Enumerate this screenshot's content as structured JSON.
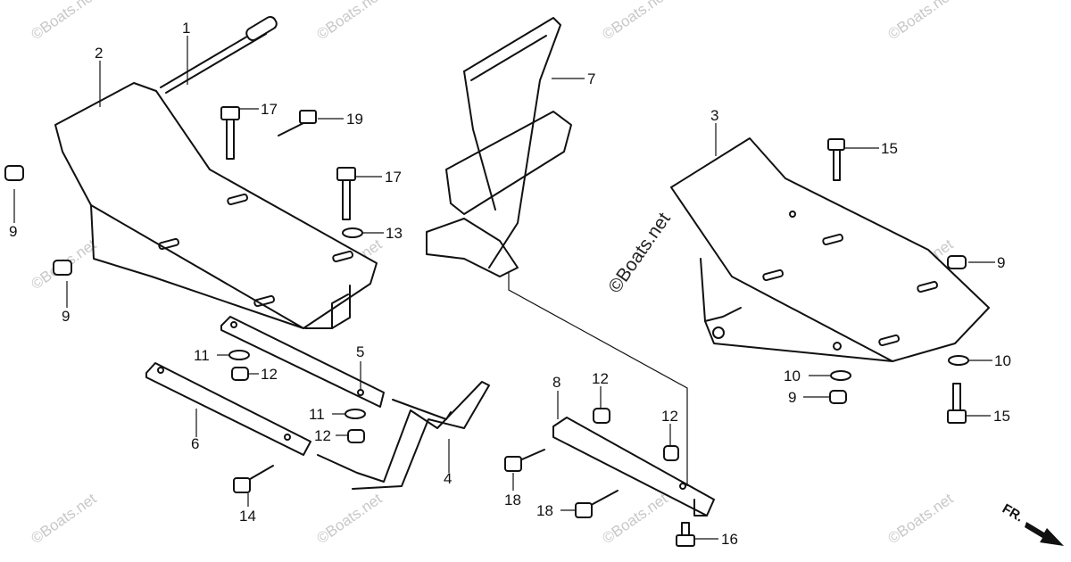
{
  "watermark": "©Boats.net",
  "watermark_center": "©Boats.net",
  "direction_label": "FR.",
  "callouts": [
    {
      "id": "1",
      "label": "1"
    },
    {
      "id": "2",
      "label": "2"
    },
    {
      "id": "3",
      "label": "3"
    },
    {
      "id": "4",
      "label": "4"
    },
    {
      "id": "5",
      "label": "5"
    },
    {
      "id": "6",
      "label": "6"
    },
    {
      "id": "7",
      "label": "7"
    },
    {
      "id": "8",
      "label": "8"
    },
    {
      "id": "9a",
      "label": "9"
    },
    {
      "id": "9b",
      "label": "9"
    },
    {
      "id": "9c",
      "label": "9"
    },
    {
      "id": "9d",
      "label": "9"
    },
    {
      "id": "10a",
      "label": "10"
    },
    {
      "id": "10b",
      "label": "10"
    },
    {
      "id": "11a",
      "label": "11"
    },
    {
      "id": "11b",
      "label": "11"
    },
    {
      "id": "12a",
      "label": "12"
    },
    {
      "id": "12b",
      "label": "12"
    },
    {
      "id": "12c",
      "label": "12"
    },
    {
      "id": "12d",
      "label": "12"
    },
    {
      "id": "13",
      "label": "13"
    },
    {
      "id": "14",
      "label": "14"
    },
    {
      "id": "15a",
      "label": "15"
    },
    {
      "id": "15b",
      "label": "15"
    },
    {
      "id": "16",
      "label": "16"
    },
    {
      "id": "17a",
      "label": "17"
    },
    {
      "id": "17b",
      "label": "17"
    },
    {
      "id": "18a",
      "label": "18"
    },
    {
      "id": "18b",
      "label": "18"
    },
    {
      "id": "19",
      "label": "19"
    }
  ]
}
